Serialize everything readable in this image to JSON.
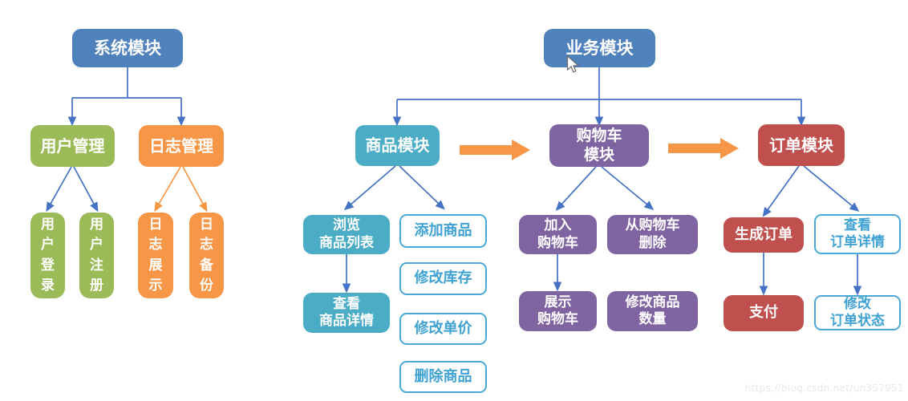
{
  "page": {
    "watermark": "https://blog.csdn.net/un357951"
  },
  "colors": {
    "root_blue": "#4F81BD",
    "green": "#9BBB59",
    "orange": "#F79646",
    "teal": "#4BACC6",
    "purple": "#8064A2",
    "red": "#C0504D",
    "tree_arrow_blue": "#4472C4",
    "outline_box_cyan": "#4BA9D8"
  },
  "system_tree": {
    "root": "系统模块",
    "user_mgmt": "用户管理",
    "log_mgmt": "日志管理",
    "user_login": "用\n户\n登\n录",
    "user_register": "用\n户\n注\n册",
    "log_display": "日\n志\n展\n示",
    "log_backup": "日\n志\n备\n份"
  },
  "business_tree": {
    "root": "业务模块",
    "product_module": "商品模块",
    "cart_module": "购物车\n模块",
    "order_module": "订单模块",
    "browse_product_list": "浏览\n商品列表",
    "view_product_detail": "查看\n商品详情",
    "add_product": "添加商品",
    "modify_stock": "修改库存",
    "modify_price": "修改单价",
    "delete_product": "删除商品",
    "add_to_cart": "加入\n购物车",
    "remove_from_cart": "从购物车\n删除",
    "show_cart": "展示\n购物车",
    "modify_quantity": "修改商品\n数量",
    "create_order": "生成订单",
    "pay": "支付",
    "view_order_detail": "查看\n订单详情",
    "modify_order_status": "修改\n订单状态"
  }
}
